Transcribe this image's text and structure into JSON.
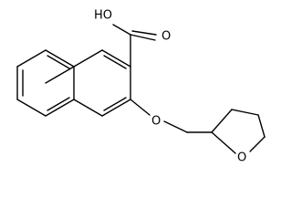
{
  "molecule": {
    "labels": {
      "hydroxyl": "HO",
      "carbonyl_oxygen": "O",
      "ether_oxygen": "O",
      "ring_oxygen": "O"
    }
  }
}
